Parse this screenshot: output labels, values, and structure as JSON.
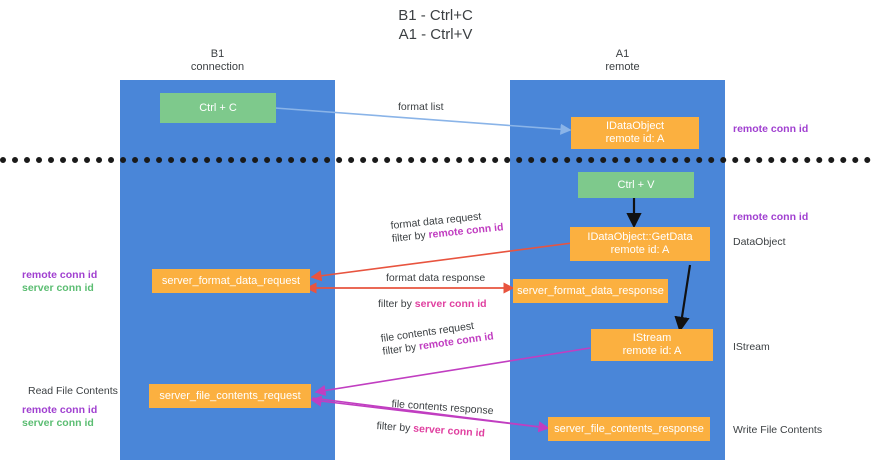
{
  "title": {
    "line1": "B1 - Ctrl+C",
    "line2": "A1 - Ctrl+V"
  },
  "columns": [
    {
      "name": "B1",
      "role": "connection"
    },
    {
      "name": "A1",
      "role": "remote"
    }
  ],
  "boxes": {
    "ctrl_c": {
      "label": "Ctrl + C",
      "color": "#7ec98c"
    },
    "idataobject": {
      "line1": "IDataObject",
      "line2": "remote id: A",
      "color": "#fbb040"
    },
    "ctrl_v": {
      "label": "Ctrl + V",
      "color": "#7ec98c"
    },
    "getdata": {
      "line1": "IDataObject::GetData",
      "line2": "remote id: A",
      "color": "#fbb040"
    },
    "server_format_data_request": {
      "label": "server_format_data_request",
      "color": "#fbb040"
    },
    "server_format_data_response": {
      "label": "server_format_data_response",
      "color": "#fbb040"
    },
    "istream": {
      "line1": "IStream",
      "line2": "remote id: A",
      "color": "#fbb040"
    },
    "server_file_contents_request": {
      "label": "server_file_contents_request",
      "color": "#fbb040"
    },
    "server_file_contents_response": {
      "label": "server_file_contents_response",
      "color": "#fbb040"
    }
  },
  "edges": {
    "format_list": {
      "text": "format list"
    },
    "format_data_request": {
      "text": "format data request",
      "filter_prefix": "filter by ",
      "filter_key": "remote conn id"
    },
    "format_data_response": {
      "text": "format data response",
      "filter_prefix": "filter by ",
      "filter_key": "server conn id"
    },
    "file_contents_request": {
      "text": "file contents request",
      "filter_prefix": "filter by ",
      "filter_key": "remote conn id"
    },
    "file_contents_response": {
      "text": "file contents response",
      "filter_prefix": "filter by ",
      "filter_key": "server conn id"
    }
  },
  "right_labels": {
    "remote_conn_id_top": "remote conn id",
    "remote_conn_id_mid": "remote conn id",
    "dataobject": "DataObject",
    "istream": "IStream",
    "write_file_contents": "Write File Contents"
  },
  "left_labels": {
    "remote_conn_id_a": "remote conn id",
    "server_conn_id_a": "server conn id",
    "read_file_contents": "Read File Contents",
    "remote_conn_id_b": "remote conn id",
    "server_conn_id_b": "server conn id"
  },
  "colors": {
    "lane": "#4a86d8",
    "green_box": "#7ec98c",
    "orange_box": "#fbb040",
    "purple": "#a03fd0",
    "pink": "#e040a0",
    "green_text": "#5bbd72",
    "blue_arrow": "#8ab4e8",
    "red_arrow": "#e8543f",
    "black_arrow": "#111111",
    "magenta_arrow": "#c13ec1"
  }
}
